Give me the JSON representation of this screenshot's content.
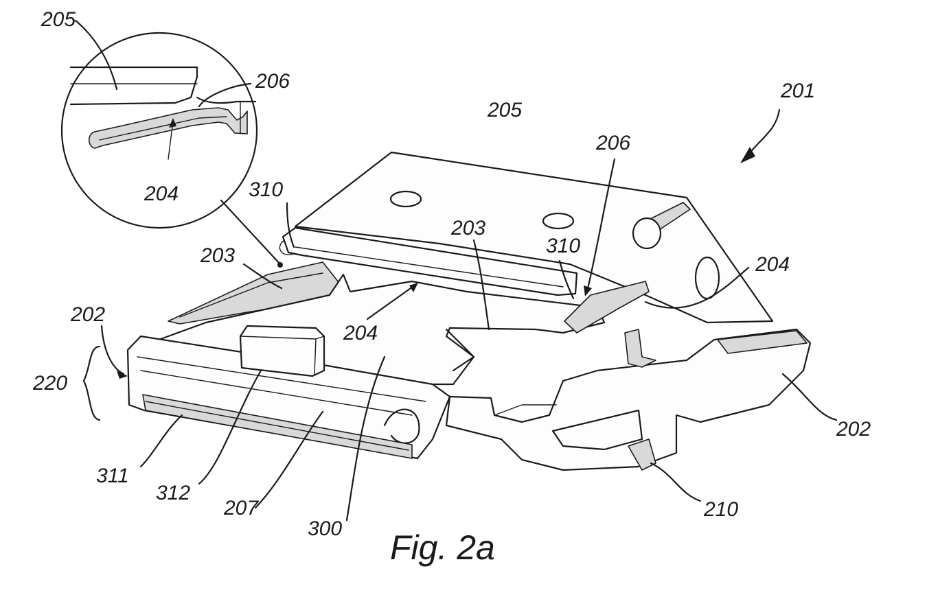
{
  "figure": {
    "caption": "Fig. 2a",
    "labels": {
      "l201": "201",
      "l205_top": "205",
      "l206_right": "206",
      "l204_right": "204",
      "l203_center": "203",
      "l310_right": "310",
      "l310_left": "310",
      "l203_left": "203",
      "l204_center": "204",
      "l202_left": "202",
      "l220": "220",
      "l202_right": "202",
      "l210": "210",
      "l311": "311",
      "l312": "312",
      "l207": "207",
      "l300": "300",
      "l205_detail": "205",
      "l206_detail": "206",
      "l204_detail": "204"
    }
  }
}
